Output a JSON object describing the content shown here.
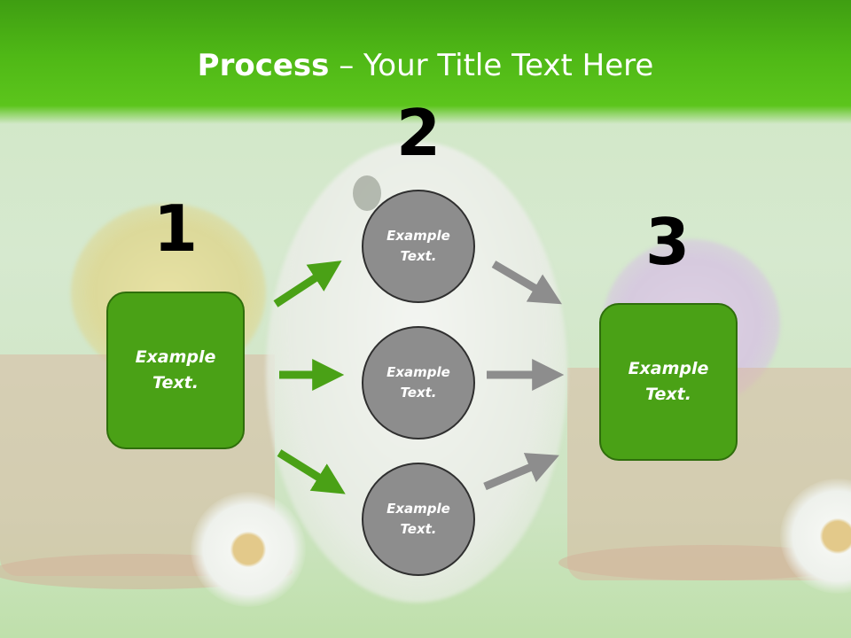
{
  "title": {
    "bold": "Process",
    "dash": " – ",
    "rest": "Your Title Text Here"
  },
  "steps": [
    {
      "number": "1",
      "label": "Example Text."
    },
    {
      "number": "2",
      "label": ""
    },
    {
      "number": "3",
      "label": "Example Text."
    }
  ],
  "circles": [
    {
      "label": "Example Text."
    },
    {
      "label": "Example Text."
    },
    {
      "label": "Example Text."
    }
  ],
  "colors": {
    "green": "#4aa116",
    "green_border": "#2f6e0c",
    "gray": "#8d8d8d",
    "arrow_green": "#4aa116",
    "arrow_gray": "#8d8d8d",
    "title_band": "#4fb816"
  }
}
